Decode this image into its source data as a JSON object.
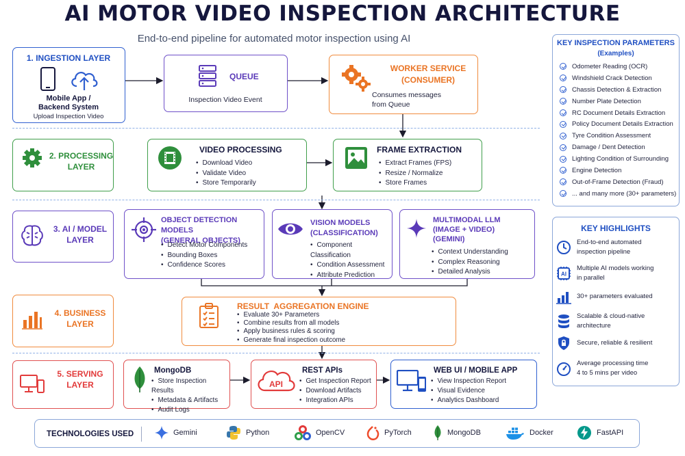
{
  "title": "AI MOTOR VIDEO INSPECTION ARCHITECTURE",
  "subtitle": "End-to-end pipeline for automated motor inspection using AI",
  "ingestion": {
    "layer_label": "1. INGESTION LAYER",
    "source_title": "Mobile App /\nBackend System",
    "source_text": "Upload Inspection Video",
    "queue_title": "QUEUE",
    "queue_text": "Inspection Video Event",
    "worker_title": "WORKER SERVICE\n(CONSUMER)",
    "worker_text": "Consumes messages\nfrom Queue"
  },
  "processing": {
    "layer_label": "2. PROCESSING\nLAYER",
    "video_title": "VIDEO PROCESSING",
    "video_items": [
      "Download Video",
      "Validate Video",
      "Store Temporarily"
    ],
    "frame_title": "FRAME EXTRACTION",
    "frame_items": [
      "Extract Frames (FPS)",
      "Resize / Normalize",
      "Store Frames"
    ]
  },
  "ai": {
    "layer_label": "3. AI / MODEL\nLAYER",
    "od_title": "OBJECT DETECTION MODELS\n(GENERAL OBJECTS)",
    "od_items": [
      "Detect Motor Components",
      "Bounding Boxes",
      "Confidence Scores"
    ],
    "vm_title": "VISION MODELS\n(CLASSIFICATION)",
    "vm_items": [
      "Component Classification",
      "Condition Assessment",
      "Attribute Prediction"
    ],
    "llm_title": "MULTIMODAL LLM\n(IMAGE + VIDEO)\n(GEMINI)",
    "llm_items": [
      "Context Understanding",
      "Complex Reasoning",
      "Detailed Analysis"
    ]
  },
  "business": {
    "layer_label": "4. BUSINESS\nLAYER",
    "engine_title": "RESULT  AGGREGATION ENGINE",
    "engine_items": [
      "Evaluate 30+ Parameters",
      "Combine results from all models",
      "Apply business rules & scoring",
      "Generate final inspection outcome"
    ]
  },
  "serving": {
    "layer_label": "5. SERVING\nLAYER",
    "mongo_title": "MongoDB",
    "mongo_items": [
      "Store Inspection Results",
      "Metadata & Artifacts",
      "Audit Logs"
    ],
    "api_title": "REST APIs",
    "api_items": [
      "Get Inspection Report",
      "Download Artifacts",
      "Integration APIs"
    ],
    "api_icon_text": "API",
    "web_title": "WEB UI / MOBILE APP",
    "web_items": [
      "View Inspection Report",
      "Visual Evidence",
      "Analytics Dashboard"
    ]
  },
  "params": {
    "title": "KEY INSPECTION PARAMETERS",
    "subtitle": "(Examples)",
    "items": [
      "Odometer Reading (OCR)",
      "Windshield Crack Detection",
      "Chassis Detection & Extraction",
      "Number Plate Detection",
      "RC Document Details Extraction",
      "Policy Document Details Extraction",
      "Tyre Condition Assessment",
      "Damage / Dent Detection",
      "Lighting Condition of Surrounding",
      "Engine Detection",
      "Out-of-Frame Detection (Fraud)",
      "... and many more (30+ parameters)"
    ]
  },
  "highlights": {
    "title": "KEY HIGHLIGHTS",
    "items": [
      "End-to-end automated\ninspection pipeline",
      "Multiple AI models working\nin parallel",
      "30+ parameters evaluated",
      "Scalable & cloud-native\narchitecture",
      "Secure, reliable & resilient",
      "Average processing time\n4 to 5 mins per video"
    ],
    "ai_chip_text": "AI"
  },
  "tech": {
    "label": "TECHNOLOGIES USED",
    "items": [
      "Gemini",
      "Python",
      "OpenCV",
      "PyTorch",
      "MongoDB",
      "Docker",
      "FastAPI"
    ]
  },
  "colors": {
    "ingestion": "#2f5fd0",
    "ai": "#6d4fc8",
    "worker": "#f08a3c",
    "processing": "#3f9e4a",
    "serving": "#e05050",
    "title": "#15173d"
  },
  "icons": [
    "phone-icon",
    "cloud-upload-icon",
    "server-icon",
    "gears-icon",
    "gear-icon",
    "film-icon",
    "image-icon",
    "brain-icon",
    "target-icon",
    "eye-icon",
    "sparkle-icon",
    "bar-chart-icon",
    "clipboard-icon",
    "devices-icon",
    "leaf-icon",
    "api-cloud-icon",
    "monitor-phone-icon",
    "clock-icon",
    "ai-chip-icon",
    "chart-icon",
    "database-icon",
    "shield-icon",
    "speedometer-icon"
  ]
}
